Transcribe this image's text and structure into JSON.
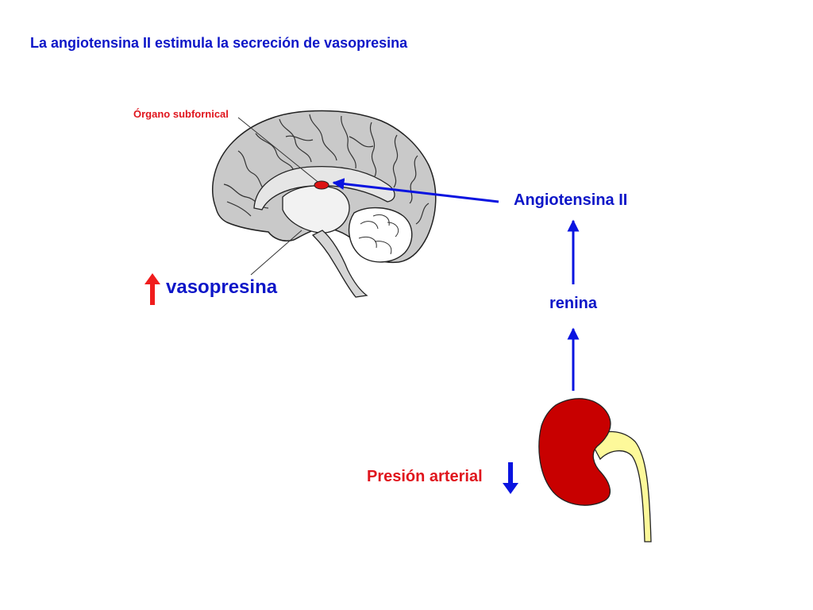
{
  "title": "La angiotensina II estimula la secreción de vasopresina",
  "labels": {
    "organ": "Órgano subfornical",
    "angiotensin": "Angiotensina II",
    "renin": "renina",
    "vasopressin": "vasopresina",
    "pressure": "Presión arterial"
  },
  "indicators": {
    "vasopressin_direction": "up",
    "pressure_direction": "down"
  },
  "colors": {
    "title": "#0d16c8",
    "blue_text": "#0d16c8",
    "red_text": "#e0151d",
    "blue_arrow": "#0a14e0",
    "red_arrow": "#f01d1d",
    "brain_fill": "#c9c9c9",
    "organ_fill": "#dd1313",
    "kidney_fill": "#c80000",
    "ureter_fill": "#fdf99a"
  },
  "icons": [
    "brain-illustration",
    "kidney-illustration"
  ]
}
